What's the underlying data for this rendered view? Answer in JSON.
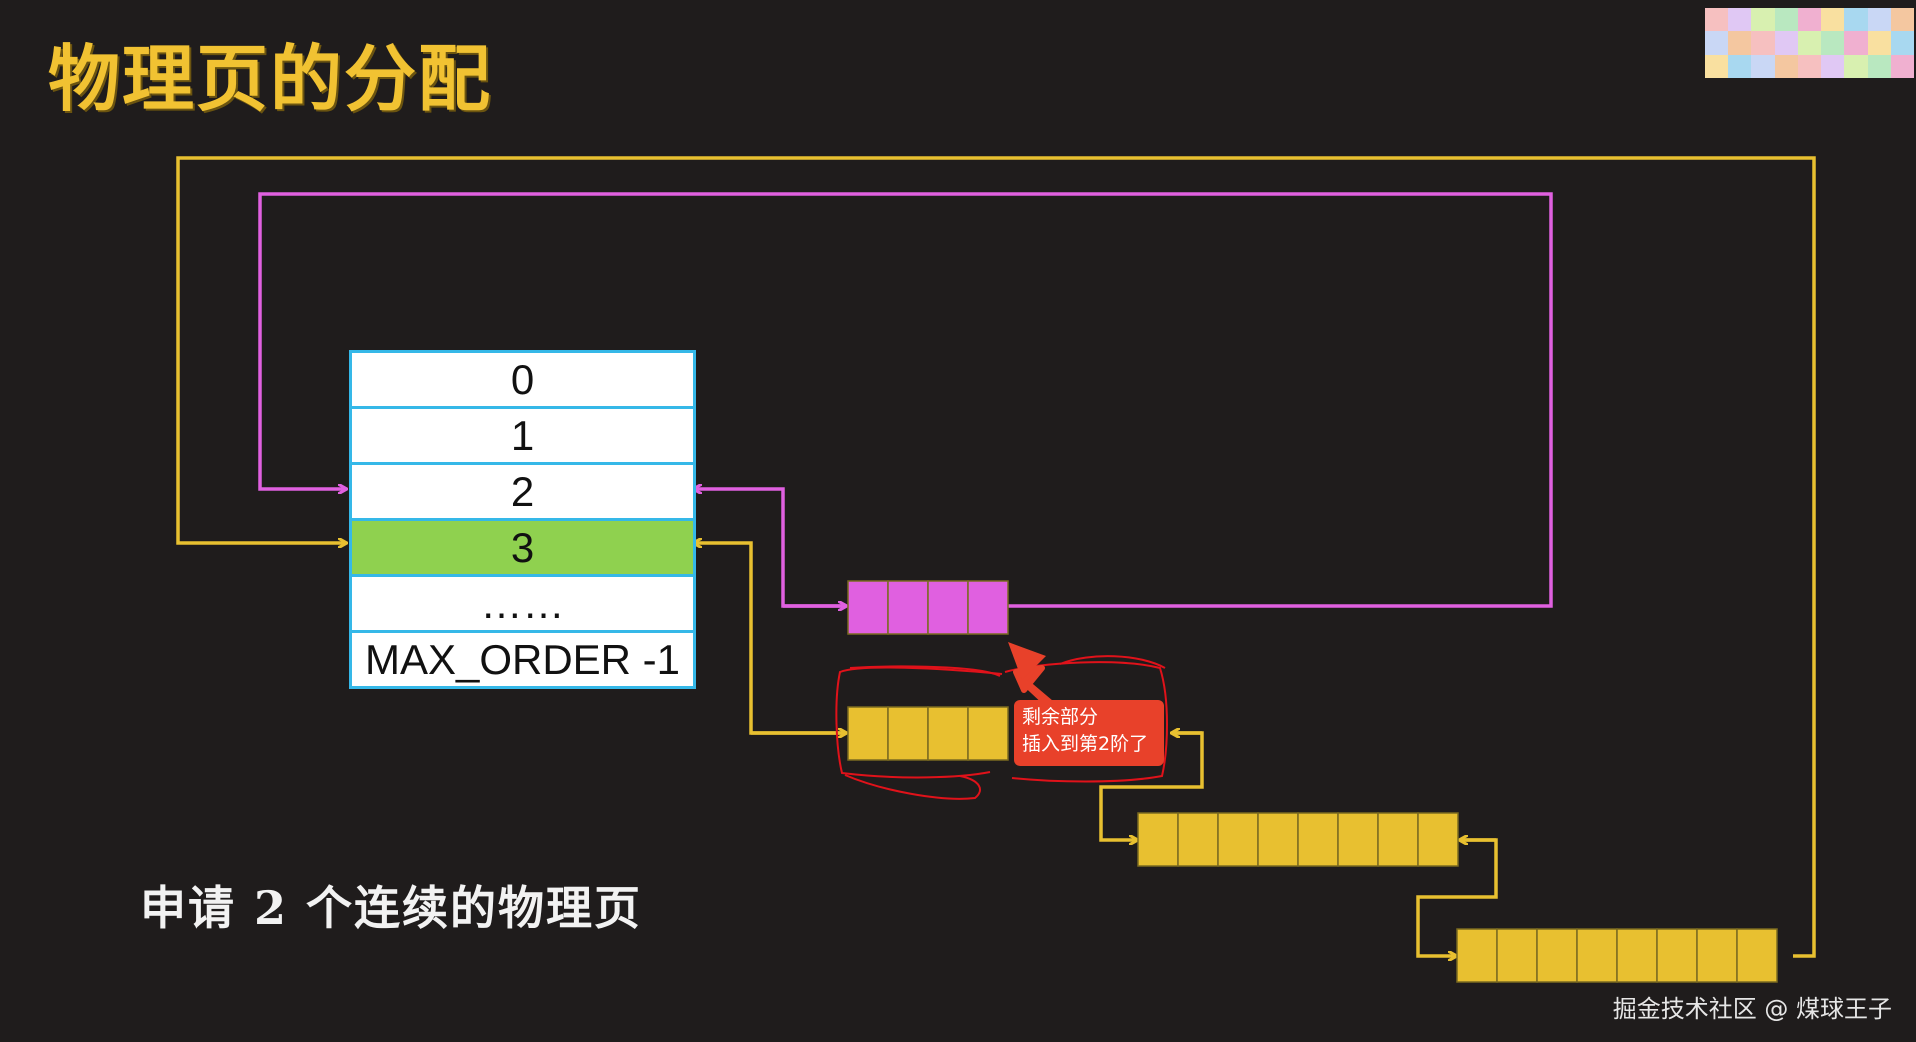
{
  "title": "物理页的分配",
  "caption": "申请 2 个连续的物理页",
  "watermark": "掘金技术社区 @ 煤球王子",
  "order_table": {
    "rows": [
      "0",
      "1",
      "2",
      "3",
      "……",
      "MAX_ORDER -1"
    ],
    "highlighted_row": "3"
  },
  "annotation": {
    "line1": "剩余部分",
    "line2": "插入到第2阶了"
  },
  "colors": {
    "background": "#1f1c1c",
    "title": "#f1c232",
    "yellow_link": "#e8c030",
    "pink_link": "#e060e0",
    "table_border": "#35b8e8",
    "highlight_row": "#8fd14f",
    "note_bg": "#e8412a",
    "hand_drawn": "#e0121a"
  },
  "blocks": {
    "pink_block_pages": 4,
    "yellow_block_pages": 4,
    "yellow_chain_blocks_pages": [
      8,
      8
    ]
  }
}
